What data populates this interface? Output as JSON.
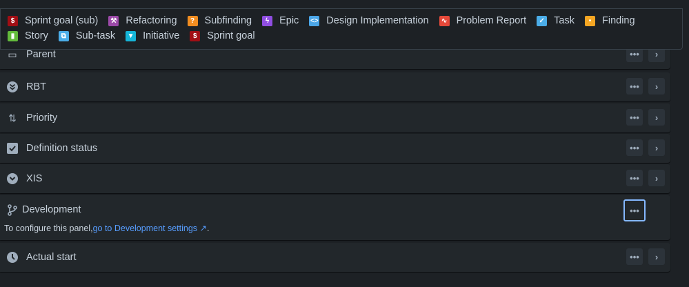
{
  "legend": [
    [
      {
        "label": "Sprint goal (sub)",
        "icon": "dollar-icon",
        "color": "#a10e14",
        "glyph": "$"
      },
      {
        "label": "Refactoring",
        "icon": "wrench-icon",
        "color": "#9c4aa8",
        "glyph": "⚒"
      },
      {
        "label": "Subfinding",
        "icon": "question-icon",
        "color": "#f18d21",
        "glyph": "?"
      },
      {
        "label": "Epic",
        "icon": "lightning-icon",
        "color": "#904ee2",
        "glyph": "ϟ"
      },
      {
        "label": "Design Implementation",
        "icon": "code-icon",
        "color": "#4ba6e8",
        "glyph": "<>"
      },
      {
        "label": "Problem Report",
        "icon": "pulse-icon",
        "color": "#e5493a",
        "glyph": "∿"
      },
      {
        "label": "Task",
        "icon": "check-icon",
        "color": "#4bade8",
        "glyph": "✓"
      },
      {
        "label": "Finding",
        "icon": "bulb-icon",
        "color": "#f5a623",
        "glyph": "•"
      }
    ],
    [
      {
        "label": "Story",
        "icon": "bookmark-icon",
        "color": "#63ba3c",
        "glyph": "▮"
      },
      {
        "label": "Sub-task",
        "icon": "subtask-icon",
        "color": "#4bade8",
        "glyph": "⧉"
      },
      {
        "label": "Initiative",
        "icon": "diamond-icon",
        "color": "#15b5d8",
        "glyph": "▼"
      },
      {
        "label": "Sprint goal",
        "icon": "dollar-icon",
        "color": "#a10e14",
        "glyph": "$"
      }
    ]
  ],
  "fields": {
    "parent": "Parent",
    "rbt": "RBT",
    "priority": "Priority",
    "definition": "Definition status",
    "xis": "XIS",
    "development": "Development",
    "dev_note": "To configure this panel,",
    "dev_link": "go to Development settings",
    "dev_end": ".",
    "actual_start": "Actual start"
  },
  "more": "•••",
  "chev": "›"
}
